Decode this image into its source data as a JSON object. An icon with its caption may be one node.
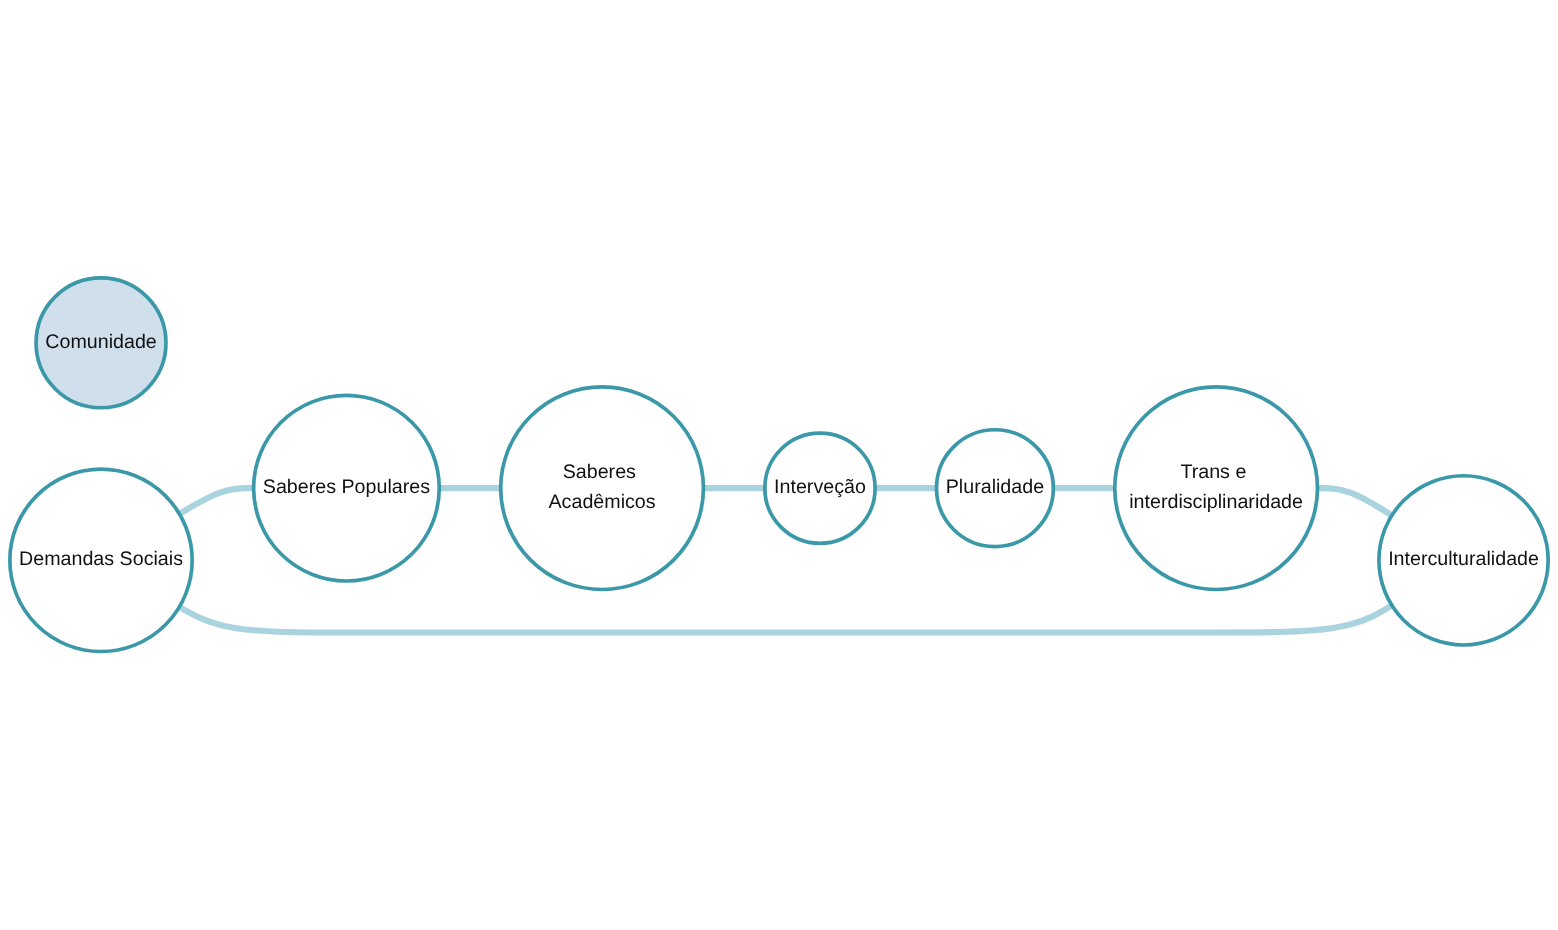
{
  "diagram": {
    "nodes": [
      {
        "text": [
          "Comunidade"
        ]
      },
      {
        "text": [
          "Demandas Sociais"
        ]
      },
      {
        "text": [
          "Saberes Populares"
        ]
      },
      {
        "text": [
          "Saberes Acadêmicos"
        ]
      },
      {
        "text": [
          "Interveção"
        ]
      },
      {
        "text": [
          "Pluralidade"
        ]
      },
      {
        "text": [
          "Trans e interdisciplinaridade"
        ]
      },
      {
        "text": [
          "Interculturalidade"
        ]
      }
    ],
    "edges": [
      {
        "from": 1,
        "to": 2,
        "arrow": "none"
      },
      {
        "from": 2,
        "to": 3,
        "arrow": "none"
      },
      {
        "from": 3,
        "to": 4,
        "arrow": "none"
      },
      {
        "from": 4,
        "to": 5,
        "arrow": "none"
      },
      {
        "from": 5,
        "to": 6,
        "arrow": "none"
      },
      {
        "from": 6,
        "to": 7,
        "arrow": "none"
      },
      {
        "from": 7,
        "to": 1,
        "arrow": "none"
      }
    ]
  }
}
